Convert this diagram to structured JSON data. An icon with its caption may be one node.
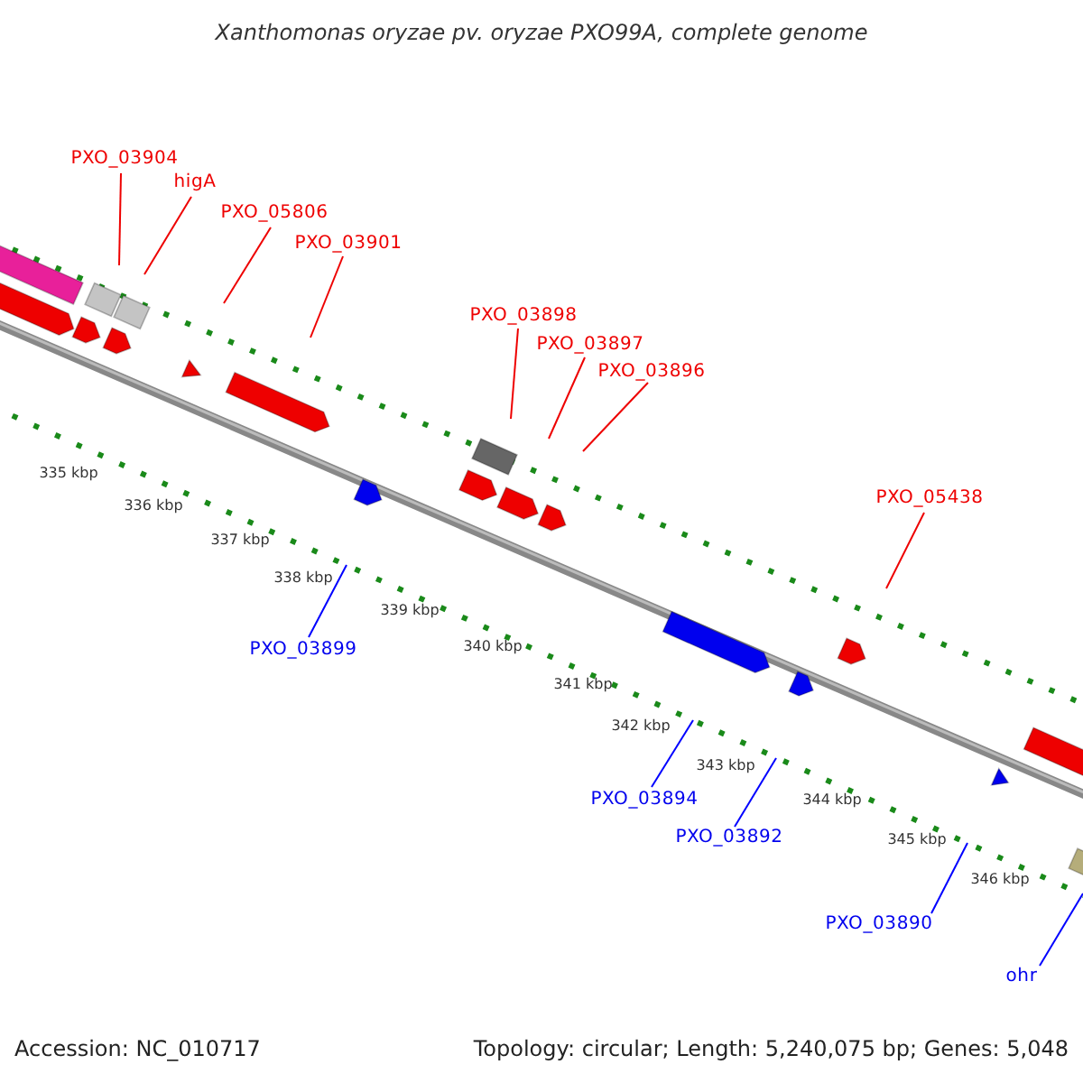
{
  "diagram": {
    "title": "Xanthomonas oryzae pv. oryzae PXO99A, complete genome",
    "nodes": [
      {
        "text": [
          "PXO_03904"
        ]
      },
      {
        "text": [
          "higA"
        ]
      },
      {
        "text": [
          "PXO_05806"
        ]
      },
      {
        "text": [
          "PXO_03901"
        ]
      },
      {
        "text": [
          "PXO_03898"
        ]
      },
      {
        "text": [
          "PXO_03897"
        ]
      },
      {
        "text": [
          "PXO_03896"
        ]
      },
      {
        "text": [
          "PXO_05438"
        ]
      },
      {
        "text": [
          "PXO_03899"
        ]
      },
      {
        "text": [
          "PXO_03894"
        ]
      },
      {
        "text": [
          "PXO_03892"
        ]
      },
      {
        "text": [
          "PXO_03890"
        ]
      },
      {
        "text": [
          "ohr"
        ]
      }
    ],
    "edges": [
      {
        "from": 0,
        "to": null,
        "arrow": "none"
      },
      {
        "from": 1,
        "to": null,
        "arrow": "none"
      },
      {
        "from": 2,
        "to": null,
        "arrow": "none"
      },
      {
        "from": 3,
        "to": null,
        "arrow": "none"
      },
      {
        "from": 4,
        "to": null,
        "arrow": "none"
      },
      {
        "from": 5,
        "to": null,
        "arrow": "none"
      },
      {
        "from": 6,
        "to": null,
        "arrow": "none"
      },
      {
        "from": 7,
        "to": null,
        "arrow": "none"
      },
      {
        "from": 8,
        "to": null,
        "arrow": "none",
        "color": "#0000ff"
      },
      {
        "from": 9,
        "to": null,
        "arrow": "none",
        "color": "#0000ff"
      },
      {
        "from": 10,
        "to": null,
        "arrow": "none",
        "color": "#0000ff"
      },
      {
        "from": 11,
        "to": null,
        "arrow": "none",
        "color": "#0000ff"
      },
      {
        "from": 12,
        "to": null,
        "arrow": "none",
        "color": "#0000ff"
      }
    ],
    "labels": [
      "335 kbp",
      "336 kbp",
      "337 kbp",
      "338 kbp",
      "339 kbp",
      "340 kbp",
      "341 kbp",
      "342 kbp",
      "343 kbp",
      "344 kbp",
      "345 kbp",
      "346 kbp",
      "Accession: NC_010717",
      "Topology: circular; Length: 5,240,075 bp; Genes: 5,048"
    ]
  }
}
